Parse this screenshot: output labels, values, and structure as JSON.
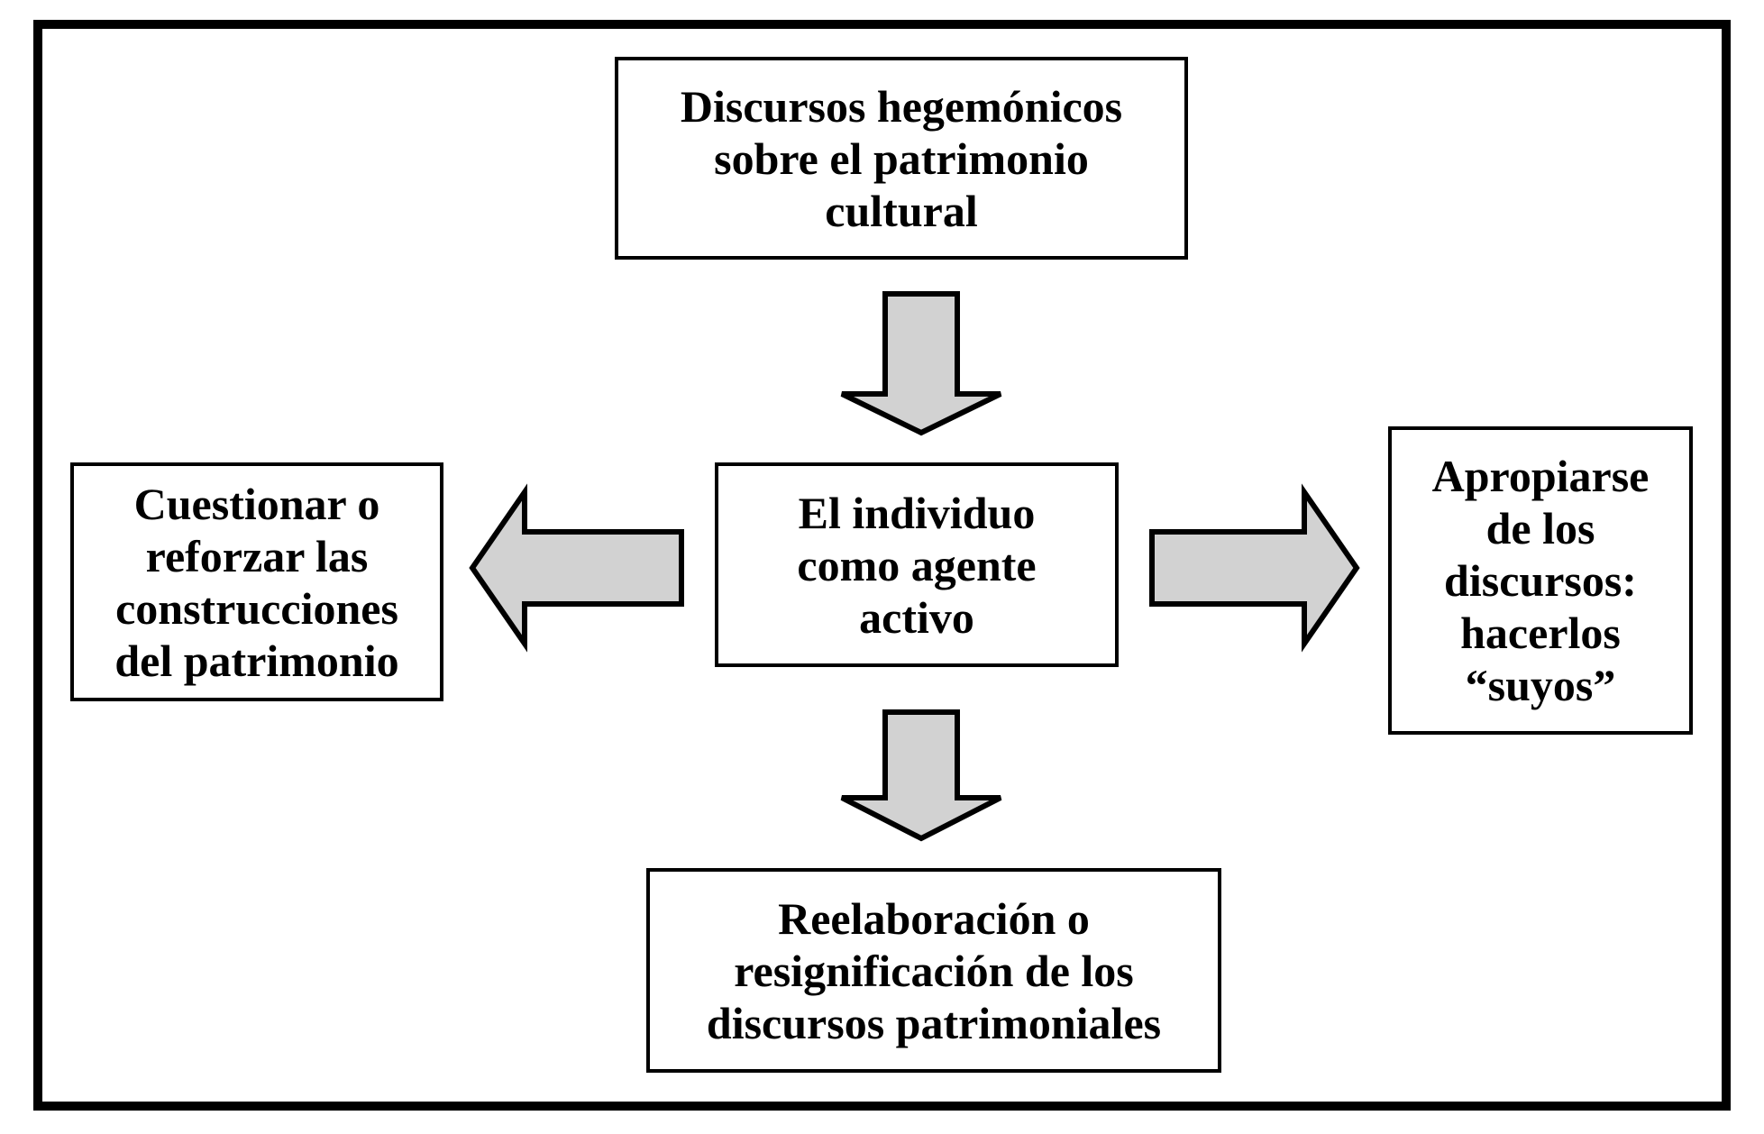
{
  "colors": {
    "background": "#ffffff",
    "box_fill": "#ffffff",
    "box_border": "#000000",
    "text": "#000000",
    "arrow_fill": "#d2d2d2",
    "arrow_outline": "#000000",
    "outer_frame": "#000000"
  },
  "boxes": {
    "top": {
      "lines": [
        "Discursos hegemónicos",
        "sobre el patrimonio",
        "cultural"
      ]
    },
    "center": {
      "lines": [
        "El individuo",
        "como agente",
        "activo"
      ]
    },
    "left": {
      "lines": [
        "Cuestionar o",
        "reforzar las",
        "construcciones",
        "del patrimonio"
      ]
    },
    "right": {
      "lines": [
        "Apropiarse",
        "de los",
        "discursos:",
        "hacerlos",
        "“suyos”"
      ]
    },
    "bottom": {
      "lines": [
        "Reelaboración o",
        "resignificación de los",
        "discursos patrimoniales"
      ]
    }
  },
  "arrows": [
    {
      "name": "arrow-top-to-center",
      "direction": "down"
    },
    {
      "name": "arrow-center-to-left",
      "direction": "left"
    },
    {
      "name": "arrow-center-to-right",
      "direction": "right"
    },
    {
      "name": "arrow-center-to-bottom",
      "direction": "down"
    }
  ]
}
